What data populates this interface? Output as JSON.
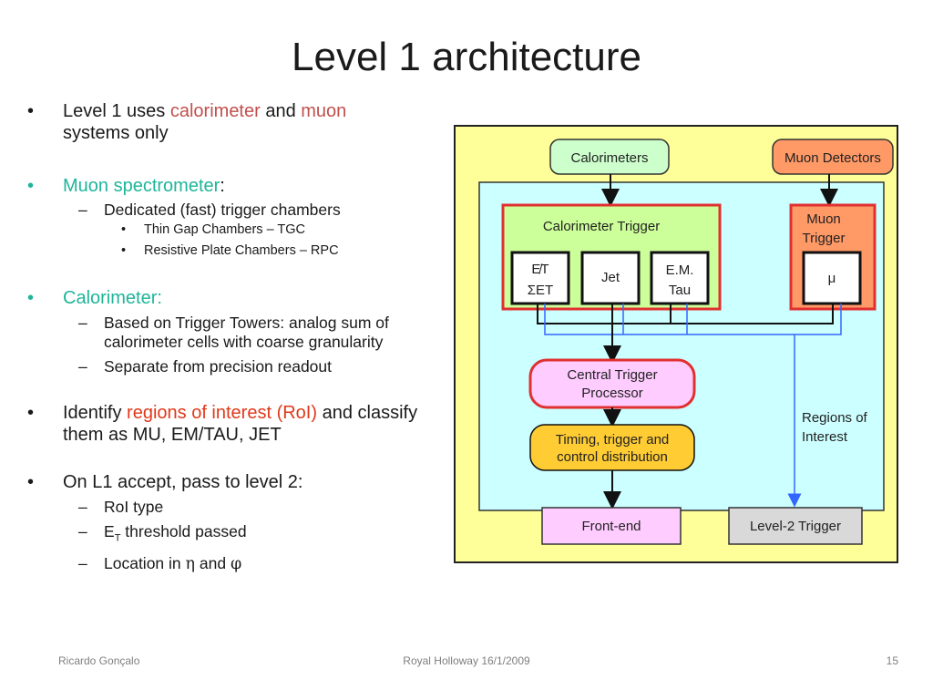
{
  "title": "Level 1 architecture",
  "bullets": {
    "b1": {
      "pre": "Level 1 uses ",
      "calorimeter": "calorimeter",
      "and": " and ",
      "muon": "muon",
      "post": "systems only"
    },
    "b2": {
      "label": "Muon spectrometer",
      "colon": ":",
      "sub1": "Dedicated (fast) trigger chambers",
      "sub1a": "Thin Gap Chambers – TGC",
      "sub1b": "Resistive Plate Chambers – RPC"
    },
    "b3": {
      "label": "Calorimeter:",
      "sub1": "Based on Trigger Towers: analog sum of calorimeter cells with coarse granularity",
      "sub2": "Separate from precision readout"
    },
    "b4": {
      "pre": "Identify ",
      "roi": "regions of interest (RoI)",
      "post": " and classify them as MU, EM/TAU, JET"
    },
    "b5": {
      "label": "On L1 accept, pass to level 2:",
      "sub1": "RoI type",
      "sub2_e": "E",
      "sub2_t": "T",
      "sub2_rest": " threshold passed",
      "sub3_pre": "Location in ",
      "eta": "η",
      "and": " and ",
      "phi": "φ"
    },
    "bullet_char": "•",
    "sub_bullet_char": "–"
  },
  "diagram": {
    "calorimeters": "Calorimeters",
    "muon_detectors": "Muon Detectors",
    "calo_trigger": "Calorimeter Trigger",
    "et_miss": "E̸T",
    "sum_et": "ΣET",
    "jet": "Jet",
    "em": "E.M.",
    "tau": "Tau",
    "muon_trigger_1": "Muon",
    "muon_trigger_2": "Trigger",
    "mu": "μ",
    "ctp_1": "Central Trigger",
    "ctp_2": "Processor",
    "timing_1": "Timing, trigger and",
    "timing_2": "control distribution",
    "roi_1": "Regions of",
    "roi_2": "Interest",
    "frontend": "Front-end",
    "level2": "Level-2 Trigger",
    "colors": {
      "outer": "#ffff99",
      "inner": "#ccffff",
      "calo_box": "#ccff99",
      "muon_box": "#ff9966",
      "border_red": "#e03030",
      "ctp": "#ffccff",
      "timing": "#ffcc33",
      "frontend": "#ffccff",
      "level2": "#d9d9d9",
      "calorimeters": "#ccffcc",
      "arrow_blue": "#3366ff"
    }
  },
  "footer": {
    "author": "Ricardo Gonçalo",
    "venue": "Royal Holloway 16/1/2009",
    "page": "15"
  }
}
